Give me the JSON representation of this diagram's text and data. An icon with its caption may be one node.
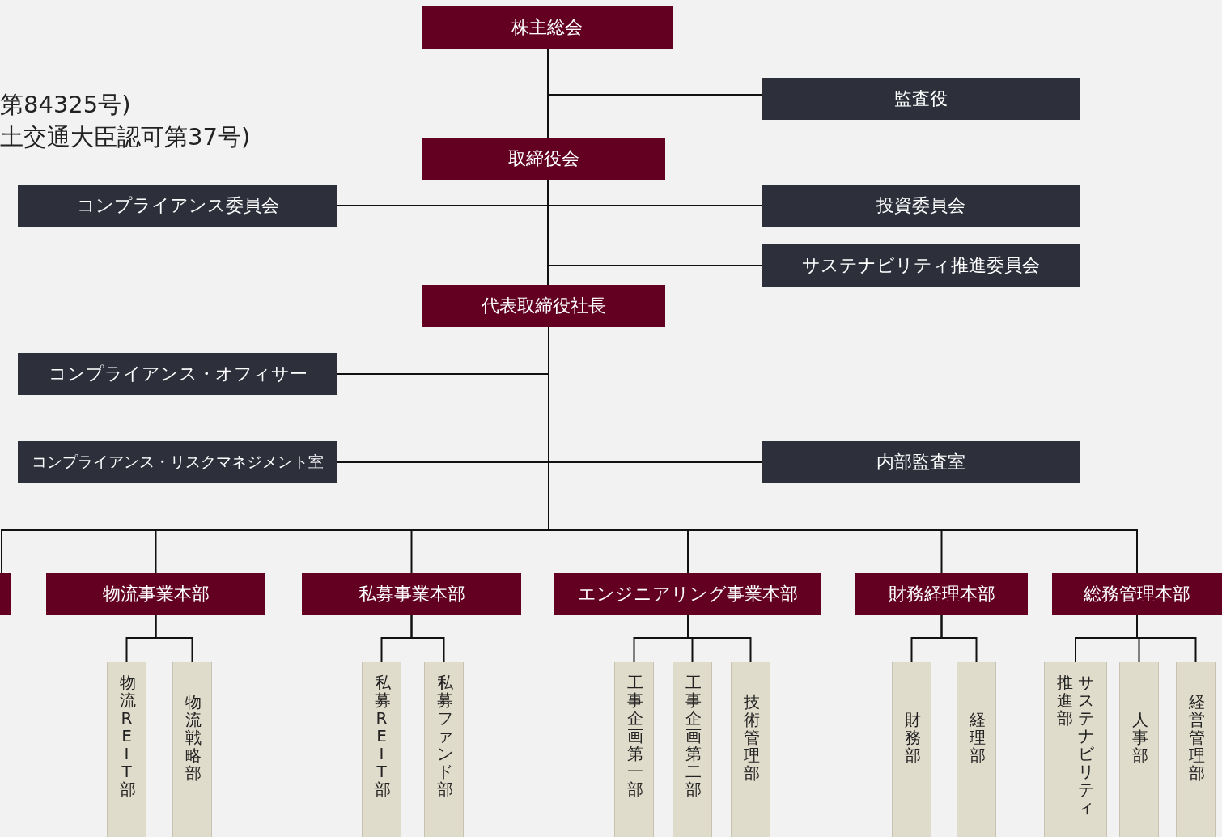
{
  "diagram": {
    "nodes": [
      {
        "text": [
          "株主総会"
        ]
      },
      {
        "text": [
          "監査役"
        ]
      },
      {
        "text": [
          "取締役会"
        ]
      },
      {
        "text": [
          "コンプライアンス委員会"
        ]
      },
      {
        "text": [
          "投資委員会"
        ]
      },
      {
        "text": [
          "サステナビリティ推進委員会"
        ]
      },
      {
        "text": [
          "代表取締役社長"
        ]
      },
      {
        "text": [
          "コンプライアンス・オフィサー"
        ]
      },
      {
        "text": [
          "コンプライアンス・リスクマネジメント室"
        ]
      },
      {
        "text": [
          "内部監査室"
        ]
      },
      {
        "text": [],
        "shape": "box"
      },
      {
        "text": [
          "物流事業本部"
        ]
      },
      {
        "text": [
          "私募事業本部"
        ]
      },
      {
        "text": [
          "エンジニアリング事業本部"
        ]
      },
      {
        "text": [
          "財務経理本部"
        ]
      },
      {
        "text": [
          "総務管理本部"
        ]
      },
      {
        "text": [
          "物流REIT部"
        ]
      },
      {
        "text": [
          "物流戦略部"
        ]
      },
      {
        "text": [
          "私募REIT部"
        ]
      },
      {
        "text": [
          "私募ファンド部"
        ]
      },
      {
        "text": [
          "工事企画第一部"
        ]
      },
      {
        "text": [
          "工事企画第二部"
        ]
      },
      {
        "text": [
          "技術管理部"
        ]
      },
      {
        "text": [
          "財務部"
        ]
      },
      {
        "text": [
          "経理部"
        ]
      },
      {
        "text": [
          "サステナビリティ推進部"
        ]
      },
      {
        "text": [
          "人事部"
        ]
      },
      {
        "text": [
          "経営管理部"
        ]
      }
    ],
    "edges": [
      {
        "from": 0,
        "to": 2,
        "arrow": "none"
      },
      {
        "from": 0,
        "to": 1,
        "arrow": "none"
      },
      {
        "from": 2,
        "to": 3,
        "arrow": "none"
      },
      {
        "from": 2,
        "to": 4,
        "arrow": "none"
      },
      {
        "from": 2,
        "to": 5,
        "arrow": "none"
      },
      {
        "from": 2,
        "to": 6,
        "arrow": "none"
      },
      {
        "from": 6,
        "to": 7,
        "arrow": "none"
      },
      {
        "from": 6,
        "to": 8,
        "arrow": "none"
      },
      {
        "from": 6,
        "to": 9,
        "arrow": "none"
      },
      {
        "from": 6,
        "to": 10,
        "arrow": "none"
      },
      {
        "from": 6,
        "to": 11,
        "arrow": "none"
      },
      {
        "from": 6,
        "to": 12,
        "arrow": "none"
      },
      {
        "from": 6,
        "to": 13,
        "arrow": "none"
      },
      {
        "from": 6,
        "to": 14,
        "arrow": "none"
      },
      {
        "from": 6,
        "to": 15,
        "arrow": "none"
      },
      {
        "from": 11,
        "to": 16,
        "arrow": "none"
      },
      {
        "from": 11,
        "to": 17,
        "arrow": "none"
      },
      {
        "from": 12,
        "to": 18,
        "arrow": "none"
      },
      {
        "from": 12,
        "to": 19,
        "arrow": "none"
      },
      {
        "from": 13,
        "to": 20,
        "arrow": "none"
      },
      {
        "from": 13,
        "to": 21,
        "arrow": "none"
      },
      {
        "from": 13,
        "to": 22,
        "arrow": "none"
      },
      {
        "from": 14,
        "to": 23,
        "arrow": "none"
      },
      {
        "from": 14,
        "to": 24,
        "arrow": "none"
      },
      {
        "from": 15,
        "to": 25,
        "arrow": "none"
      },
      {
        "from": 15,
        "to": 26,
        "arrow": "none"
      },
      {
        "from": 15,
        "to": 27,
        "arrow": "none"
      }
    ],
    "labels": [
      "第84325号)",
      "土交通大臣認可第37号)"
    ]
  }
}
